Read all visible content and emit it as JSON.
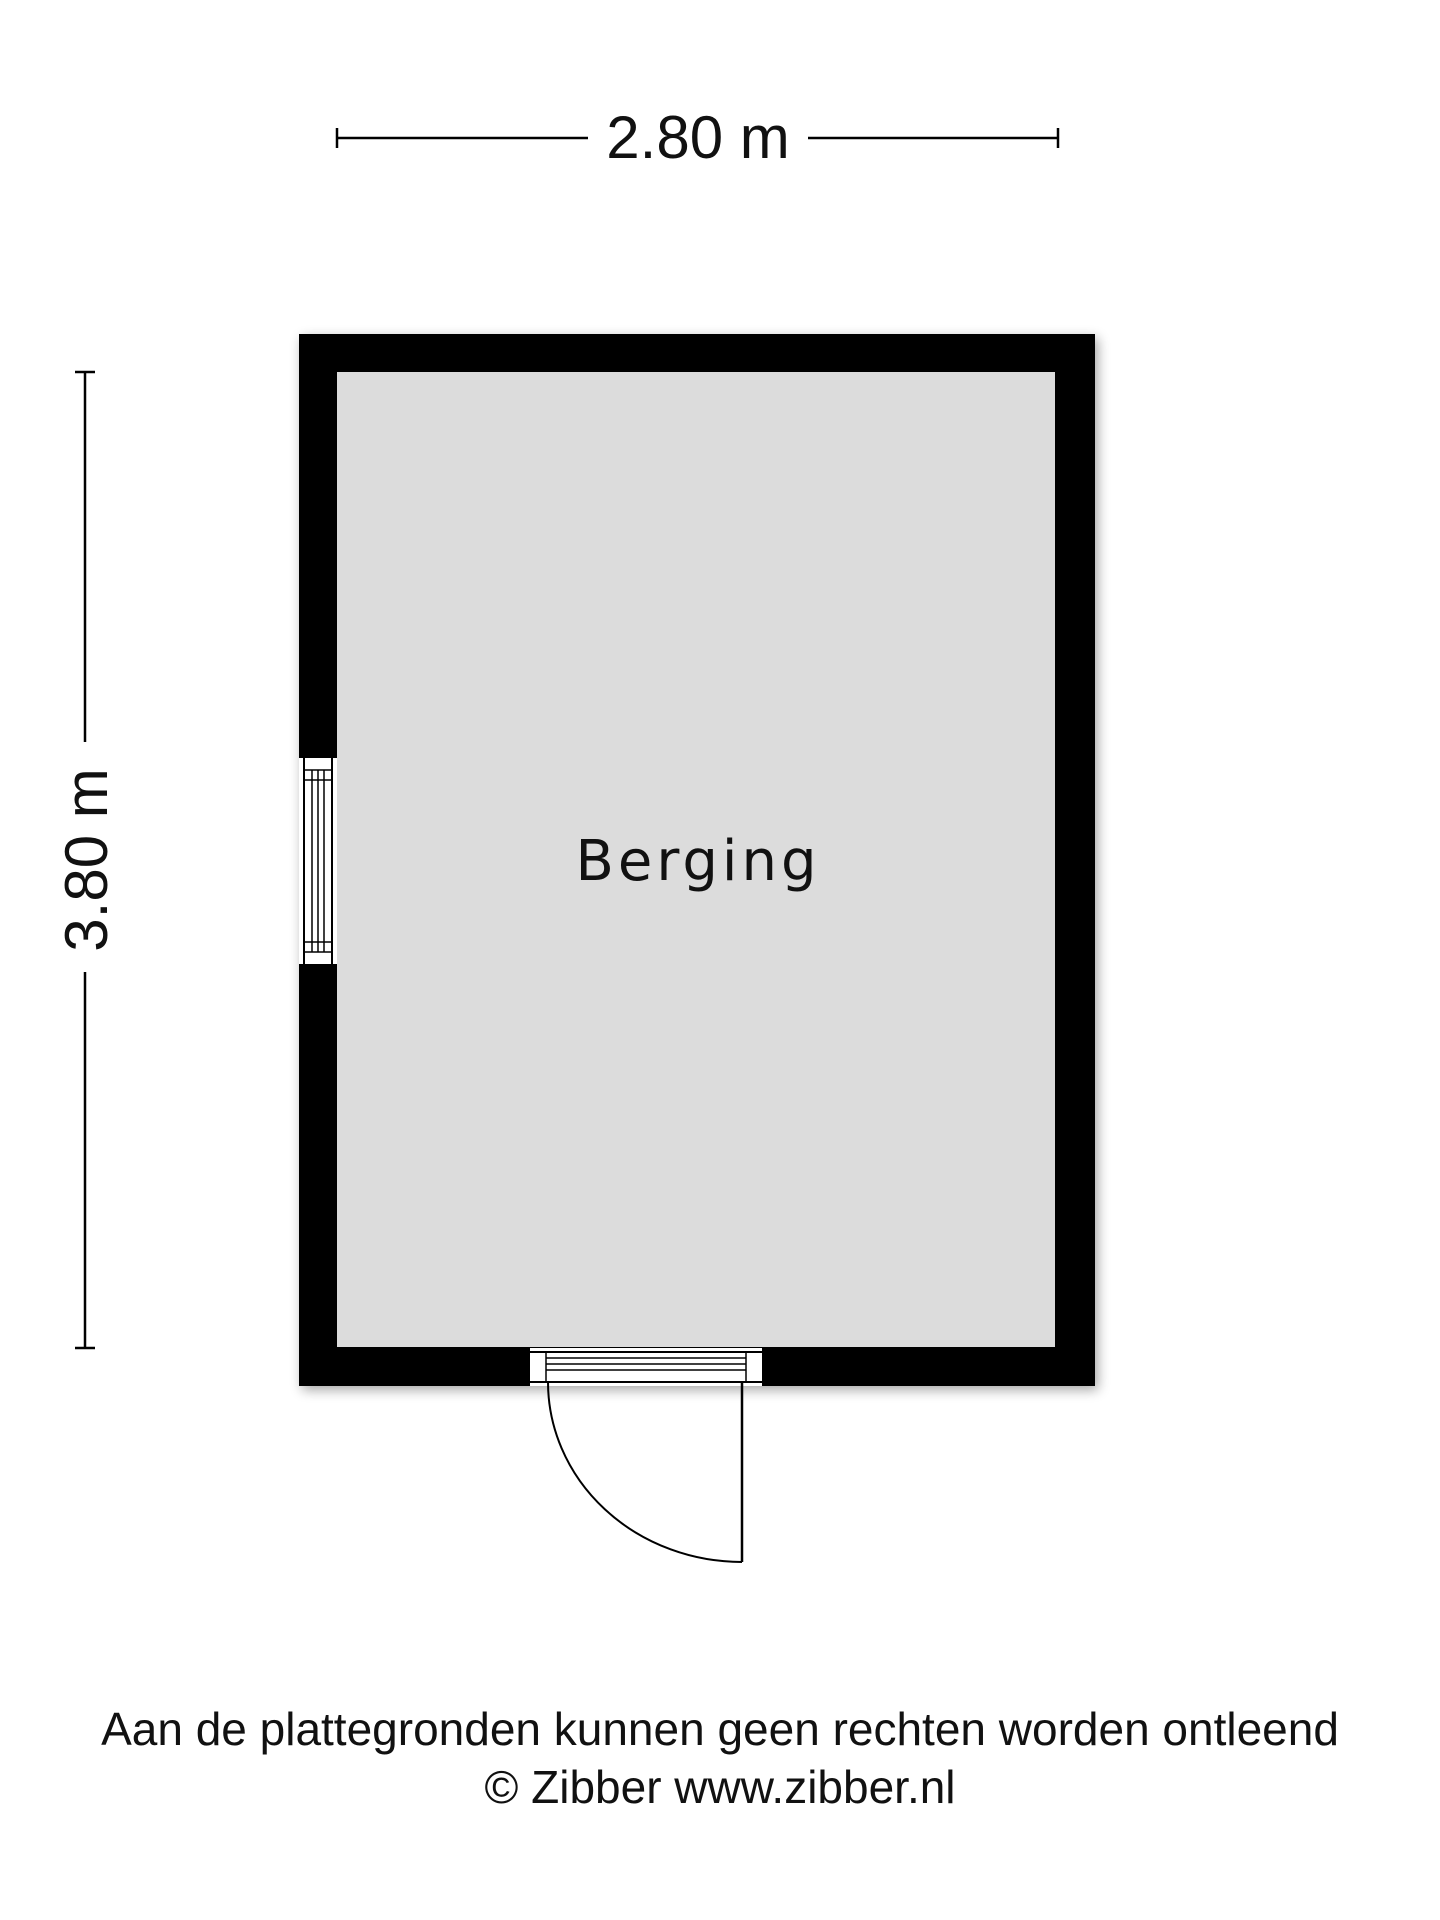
{
  "floorplan": {
    "width_label": "2.80 m",
    "height_label": "3.80 m",
    "room_label": "Berging",
    "wall_color": "#000000",
    "floor_color": "#dcdcdc"
  },
  "footer": {
    "disclaimer": "Aan de plattegronden kunnen geen rechten worden ontleend",
    "copyright": "© Zibber www.zibber.nl"
  }
}
